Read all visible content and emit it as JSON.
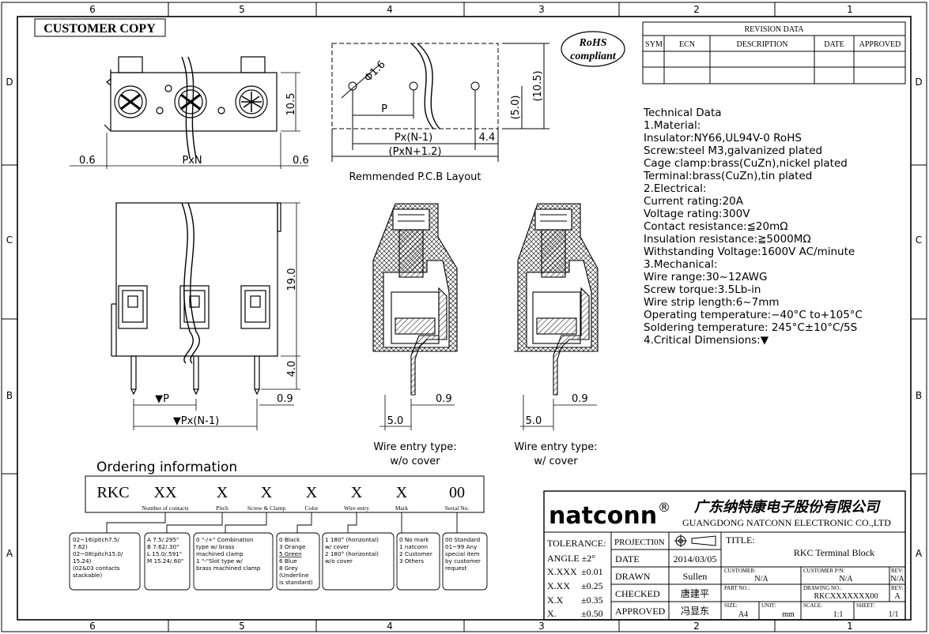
{
  "frame": {
    "cols_top": [
      "6",
      "5",
      "4",
      "3",
      "2",
      "1"
    ],
    "cols_bottom": [
      "6",
      "5",
      "4",
      "3",
      "2",
      "1"
    ],
    "rows": [
      "D",
      "C",
      "B",
      "A"
    ]
  },
  "badge": {
    "customer_copy": "CUSTOMER COPY",
    "rohs_1": "RoHS",
    "rohs_2": "compliant"
  },
  "revision": {
    "title": "REVISION DATA",
    "headers": [
      "SYM",
      "ECN",
      "DESCRIPTION",
      "DATE",
      "APPROVED"
    ]
  },
  "tech": {
    "lines": [
      "Technical Data",
      "1.Material:",
      "  Insulator:NY66,UL94V-0  RoHS",
      "  Screw:steel  M3,galvanized  plated",
      "  Cage  clamp:brass(CuZn),nickel  plated",
      "  Terminal:brass(CuZn),tin  plated",
      "2.Electrical:",
      "  Current  rating:20A",
      "  Voltage  rating:300V",
      "  Contact  resistance:≦20mΩ",
      "  Insulation  resistance:≧5000MΩ",
      "  Withstanding  Voltage:1600V  AC/minute",
      "3.Mechanical:",
      "  Wire  range:30~12AWG",
      "  Screw  torque:3.5Lb-in",
      "  Wire  strip  length:6~7mm",
      "  Operating  temperature:−40°C  to+105°C",
      "  Soldering  temperature:  245°C±10°C/5S",
      "4.Critical  Dimensions:▼"
    ]
  },
  "dims": {
    "top_h": "10.5",
    "left_06": "0.6",
    "pxn": "PxN",
    "right_06": "0.6",
    "pcb_phi": "Φ1.6",
    "pcb_p": "P",
    "pcb_pxn1": "Px(N-1)",
    "pcb_44": "4.4",
    "pcb_pxn12": "(PxN+1.2)",
    "pcb_50": "(5.0)",
    "pcb_105": "(10.5)",
    "pcb_caption": "Remmended P.C.B Layout",
    "front_190": "19.0",
    "front_40": "4.0",
    "front_09": "0.9",
    "front_p": "▼P",
    "front_pxn1": "▼Px(N-1)",
    "sec1_50": "5.0",
    "sec1_09": "0.9",
    "sec2_50": "5.0",
    "sec2_09": "0.9",
    "sec1_cap1": "Wire entry type:",
    "sec1_cap2": "w/o cover",
    "sec2_cap1": "Wire entry type:",
    "sec2_cap2": "w/ cover"
  },
  "ordering": {
    "title": "Ordering information",
    "codes": [
      "RKC",
      "XX",
      "X",
      "X",
      "X",
      "X",
      "X",
      "00"
    ],
    "labels": [
      "Number of contacts",
      "Pitch",
      "Screw & Clamp",
      "Color",
      "Wire entry",
      "Mark",
      "Serial No."
    ],
    "boxes": [
      [
        "02~16(pitch7.5/",
        "7.62)",
        "02~08(pitch15.0/",
        "15.24)",
        "(02&03 contacts",
        "stackable)"
      ],
      [
        "A 7.5/.295\"",
        "B 7.62/.30\"",
        "L 15.0/.591\"",
        "M 15.24/.60\""
      ],
      [
        "0 \"-/+\" Combination",
        "type w/ brass",
        "machined clamp",
        "1 \"-\"Slot type w/",
        "brass machined clamp"
      ],
      [
        "0 Black",
        "3 Orange",
        "5 Green",
        "6 Blue",
        "8 Grey",
        "(Underline",
        "is standard)"
      ],
      [
        "1 180° (horizontal)",
        "w/ cover",
        "2 180° (horizontal)",
        "w/o cover"
      ],
      [
        "0 No mark",
        "1 natconn",
        "2 Customer",
        "3 Others"
      ],
      [
        "00 Standard",
        "01~99 Any",
        "special item",
        "by customer",
        "request"
      ]
    ]
  },
  "title_block": {
    "brand": "natconn",
    "reg": "®",
    "company_cn": "广东纳特康电子股份有限公司",
    "company_en": "GUANGDONG NATCONN ELECTRONIC CO.,LTD",
    "tolerance_label": "TOLERANCE:",
    "tol": [
      [
        "ANGLE ±2°",
        ""
      ],
      [
        "X.XXX",
        "±0.01"
      ],
      [
        "X.XX",
        "±0.25"
      ],
      [
        "X.X",
        "±0.35"
      ],
      [
        "X.",
        "±0.50"
      ]
    ],
    "projection": "PROJECTI0N",
    "date_label": "DATE",
    "date_value": "2014/03/05",
    "drawn_label": "DRAWN",
    "drawn_value": "Sullen",
    "checked_label": "CHECKED",
    "checked_value": "唐建平",
    "approved_label": "APPROVED",
    "approved_value": "冯显东",
    "title_label": "TITLE:",
    "title_value": "RKC Terminal Block",
    "customer_label": "CUSTOMER:",
    "customer_value": "N/A",
    "custpn_label": "CUSTOMER P/N:",
    "custpn_value": "N/A",
    "rev_label": "REV:",
    "rev_value": "N/A",
    "partno_label": "PART NO.:",
    "drawing_label": "DRAWING NO.:",
    "drawing_value": "RKCXXXXXXX00",
    "rev2_label": "REV:",
    "rev2_value": "A",
    "size_label": "SIZE:",
    "size_value": "A4",
    "unit_label": "UNIT:",
    "unit_value": "mm",
    "scale_label": "SCALE:",
    "scale_value": "1:1",
    "sheet_label": "SHEET:",
    "sheet_value": "1/1"
  }
}
